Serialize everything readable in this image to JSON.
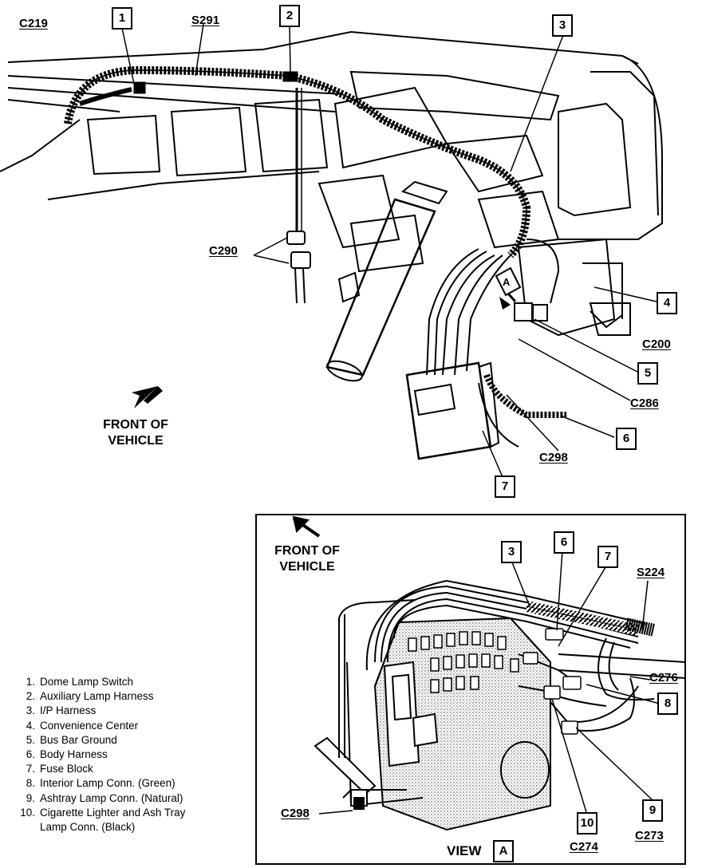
{
  "top_view": {
    "callouts": {
      "c1": "1",
      "c2": "2",
      "c3": "3",
      "c4": "4",
      "c5": "5",
      "c6": "6",
      "c7": "7"
    },
    "connectors": {
      "c219": "C219",
      "s291": "S291",
      "c290": "C290",
      "c200": "C200",
      "c286": "C286",
      "c298": "C298"
    },
    "front_line1": "FRONT OF",
    "front_line2": "VEHICLE"
  },
  "view_a": {
    "front_line1": "FRONT OF",
    "front_line2": "VEHICLE",
    "callouts": {
      "c3": "3",
      "c6": "6",
      "c7": "7",
      "c8": "8",
      "c9": "9",
      "c10": "10"
    },
    "connectors": {
      "s224": "S224",
      "c276": "C276",
      "c298": "C298",
      "c274": "C274",
      "c273": "C273"
    },
    "view_label": "VIEW",
    "view_letter": "A",
    "a_marker": "A"
  },
  "legend": [
    {
      "n": "1.",
      "text": "Dome Lamp Switch"
    },
    {
      "n": "2.",
      "text": "Auxiliary Lamp Harness"
    },
    {
      "n": "3.",
      "text": "I/P Harness"
    },
    {
      "n": "4.",
      "text": "Convenience Center"
    },
    {
      "n": "5.",
      "text": "Bus Bar Ground"
    },
    {
      "n": "6.",
      "text": "Body Harness"
    },
    {
      "n": "7.",
      "text": "Fuse Block"
    },
    {
      "n": "8.",
      "text": "Interior Lamp Conn. (Green)"
    },
    {
      "n": "9.",
      "text": "Ashtray Lamp Conn. (Natural)"
    },
    {
      "n": "10.",
      "text": "Cigarette Lighter and Ash Tray"
    },
    {
      "n": "",
      "text": "Lamp Conn. (Black)"
    }
  ]
}
